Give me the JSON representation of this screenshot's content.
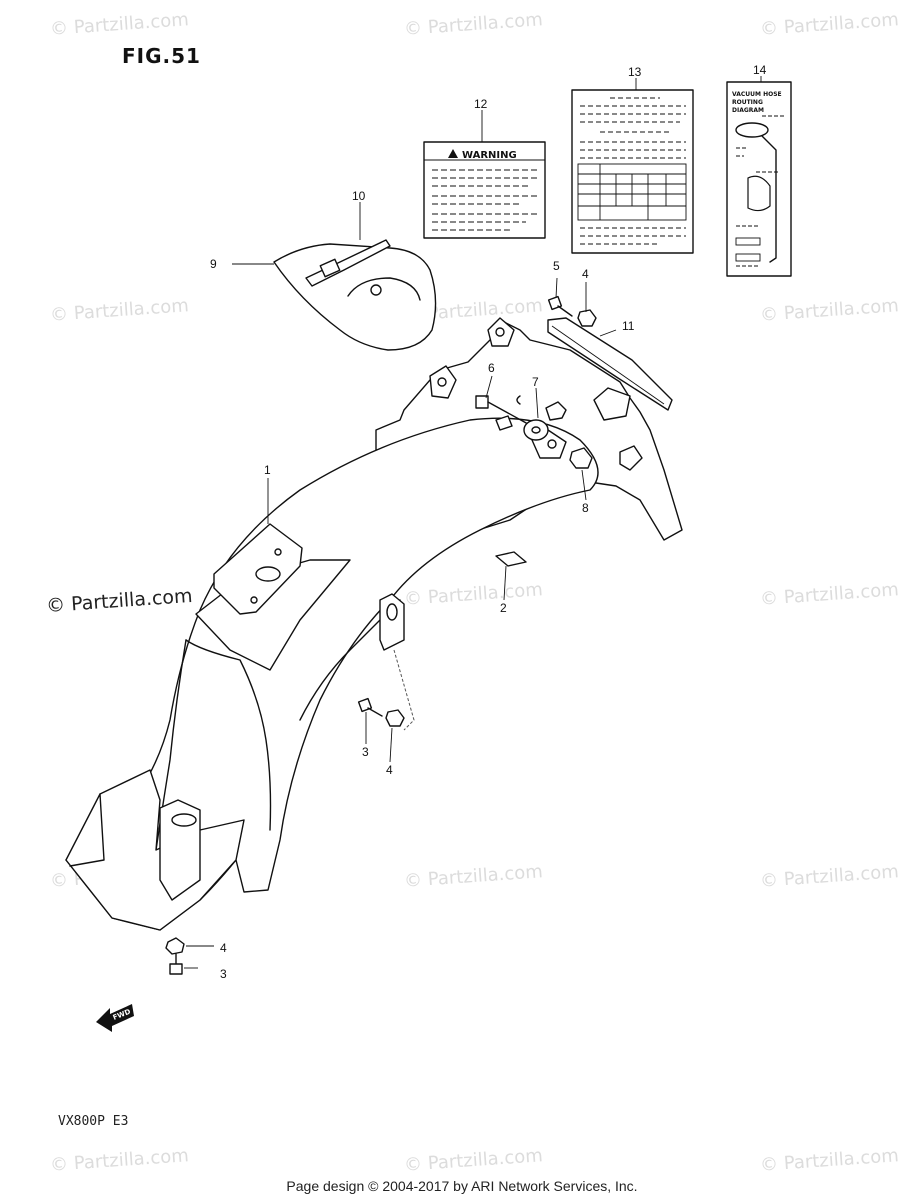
{
  "figure": {
    "title": "FIG.51",
    "model": "VX800P  E3"
  },
  "watermark": {
    "text": "© Partzilla.com",
    "main_text": "© Partzilla.com"
  },
  "footer": {
    "text": "Page design © 2004-2017 by ARI Network Services, Inc."
  },
  "callouts": {
    "c1": "1",
    "c2": "2",
    "c3a": "3",
    "c3b": "3",
    "c4a": "4",
    "c4b": "4",
    "c4c": "4",
    "c5": "5",
    "c6": "6",
    "c7": "7",
    "c8": "8",
    "c9": "9",
    "c10": "10",
    "c11": "11",
    "c12": "12",
    "c13": "13",
    "c14": "14"
  },
  "labels": {
    "warning": "WARNING",
    "vacuum_line1": "VACUUM HOSE",
    "vacuum_line2": "ROUTING",
    "vacuum_line3": "DIAGRAM",
    "fwd": "FWD"
  }
}
